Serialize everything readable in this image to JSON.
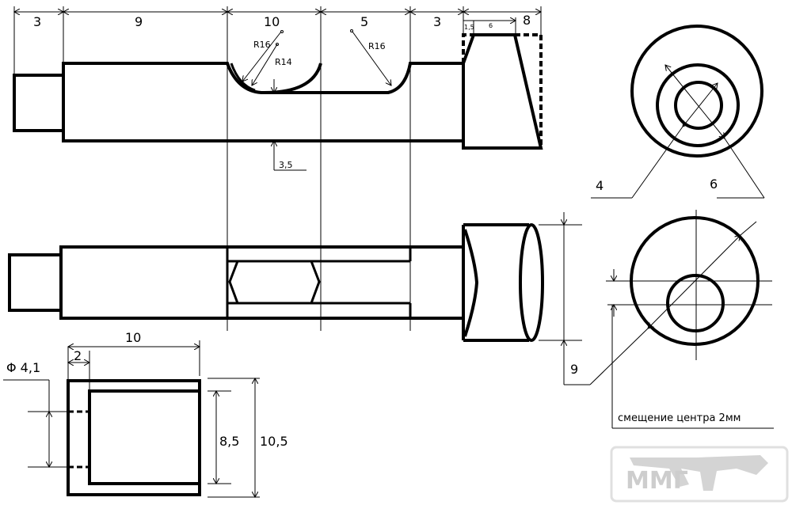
{
  "top_view": {
    "dims": [
      "3",
      "9",
      "10",
      "5",
      "3",
      "8"
    ],
    "sub_dims": [
      "1,5",
      "6"
    ],
    "radius_labels": [
      "R16",
      "R14",
      "R16"
    ],
    "depth_label": "3,5"
  },
  "side_view": {
    "height_label": "9"
  },
  "end_view_top": {
    "labels": [
      "4",
      "6"
    ]
  },
  "end_view_bottom": {
    "offset_note": "смещение центра 2мм"
  },
  "sleeve": {
    "length_label": "10",
    "wall_label": "2",
    "hole_label": "Φ 4,1",
    "inner_label": "8,5",
    "outer_label": "10,5"
  },
  "watermark": "ММГ"
}
